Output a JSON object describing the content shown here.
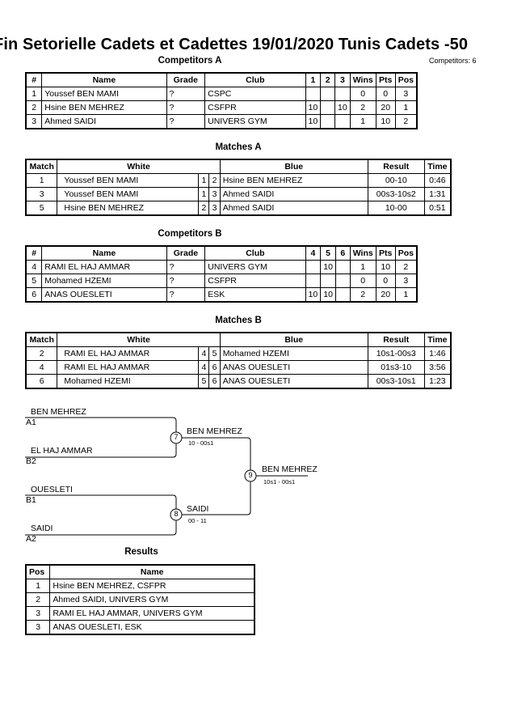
{
  "title": "Fin Setorielle Cadets et Cadettes  19/01/2020  Tunis   Cadets -50",
  "competitors_count": "Competitors: 6",
  "competitors_a": {
    "title": "Competitors A",
    "headers": [
      "#",
      "Name",
      "Grade",
      "Club",
      "1",
      "2",
      "3",
      "Wins",
      "Pts",
      "Pos"
    ],
    "rows": [
      [
        "1",
        "Youssef BEN MAMI",
        "?",
        "CSPC",
        "",
        "",
        "",
        "0",
        "0",
        "3"
      ],
      [
        "2",
        "Hsine BEN MEHREZ",
        "?",
        "CSFPR",
        "10",
        "",
        "10",
        "2",
        "20",
        "1"
      ],
      [
        "3",
        "Ahmed SAIDI",
        "?",
        "UNIVERS GYM",
        "10",
        "",
        "",
        "1",
        "10",
        "2"
      ]
    ]
  },
  "matches_a": {
    "title": "Matches A",
    "headers": [
      "Match",
      "White",
      "Blue",
      "Result",
      "Time"
    ],
    "rows": [
      [
        "1",
        "Youssef BEN MAMI",
        "1",
        "2",
        "Hsine BEN MEHREZ",
        "00-10",
        "0:46"
      ],
      [
        "3",
        "Youssef BEN MAMI",
        "1",
        "3",
        "Ahmed SAIDI",
        "00s3-10s2",
        "1:31"
      ],
      [
        "5",
        "Hsine BEN MEHREZ",
        "2",
        "3",
        "Ahmed SAIDI",
        "10-00",
        "0:51"
      ]
    ]
  },
  "competitors_b": {
    "title": "Competitors B",
    "headers": [
      "#",
      "Name",
      "Grade",
      "Club",
      "4",
      "5",
      "6",
      "Wins",
      "Pts",
      "Pos"
    ],
    "rows": [
      [
        "4",
        "RAMI EL HAJ AMMAR",
        "?",
        "UNIVERS GYM",
        "",
        "10",
        "",
        "1",
        "10",
        "2"
      ],
      [
        "5",
        "Mohamed HZEMI",
        "?",
        "CSFPR",
        "",
        "",
        "",
        "0",
        "0",
        "3"
      ],
      [
        "6",
        "ANAS OUESLETI",
        "?",
        "ESK",
        "10",
        "10",
        "",
        "2",
        "20",
        "1"
      ]
    ]
  },
  "matches_b": {
    "title": "Matches B",
    "headers": [
      "Match",
      "White",
      "Blue",
      "Result",
      "Time"
    ],
    "rows": [
      [
        "2",
        "RAMI EL HAJ AMMAR",
        "4",
        "5",
        "Mohamed HZEMI",
        "10s1-00s3",
        "1:46"
      ],
      [
        "4",
        "RAMI EL HAJ AMMAR",
        "4",
        "6",
        "ANAS OUESLETI",
        "01s3-10",
        "3:56"
      ],
      [
        "6",
        "Mohamed HZEMI",
        "5",
        "6",
        "ANAS OUESLETI",
        "00s3-10s1",
        "1:23"
      ]
    ]
  },
  "bracket": {
    "e1_name": "BEN MEHREZ",
    "e1_seed": "A1",
    "e2_name": "EL HAJ AMMAR",
    "e2_seed": "B2",
    "e3_name": "OUESLETI",
    "e3_seed": "B1",
    "e4_name": "SAIDI",
    "e4_seed": "A2",
    "m7_num": "7",
    "m7_winner": "BEN MEHREZ",
    "m7_score": "10 - 00s1",
    "m8_num": "8",
    "m8_winner": "SAIDI",
    "m8_score": "00 - 11",
    "m9_num": "9",
    "m9_winner": "BEN MEHREZ",
    "m9_score": "10s1 - 00s1"
  },
  "results": {
    "title": "Results",
    "headers": [
      "Pos",
      "Name"
    ],
    "rows": [
      [
        "1",
        "Hsine BEN MEHREZ, CSFPR"
      ],
      [
        "2",
        "Ahmed SAIDI, UNIVERS GYM"
      ],
      [
        "3",
        "RAMI EL HAJ AMMAR, UNIVERS GYM"
      ],
      [
        "3",
        "ANAS OUESLETI, ESK"
      ]
    ]
  }
}
